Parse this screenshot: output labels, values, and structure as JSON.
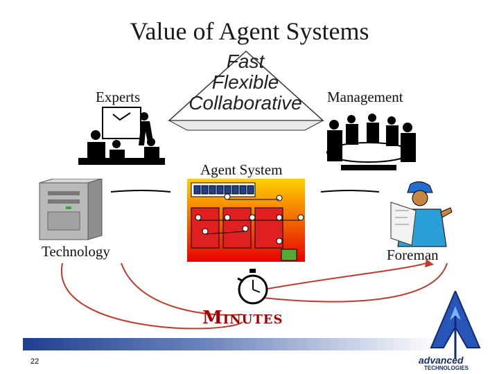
{
  "slide": {
    "title": "Value of Agent Systems",
    "page_number": "22"
  },
  "labels": {
    "experts": "Experts",
    "management": "Management",
    "agent_system": "Agent System",
    "technology": "Technology",
    "foreman": "Foreman"
  },
  "callout": {
    "line1": "Fast",
    "line2": "Flexible",
    "line3": "Collaborative"
  },
  "timer": {
    "label": "Minutes"
  },
  "logo": {
    "line1": "advanced",
    "line2": "TECHNOLOGIES"
  },
  "colors": {
    "footer_bar": "#1f3f8f",
    "accent_red": "#a40000",
    "agent_panel_top": "#ffd200",
    "agent_panel_bottom": "#e60000",
    "arrow": "#c0392b"
  }
}
